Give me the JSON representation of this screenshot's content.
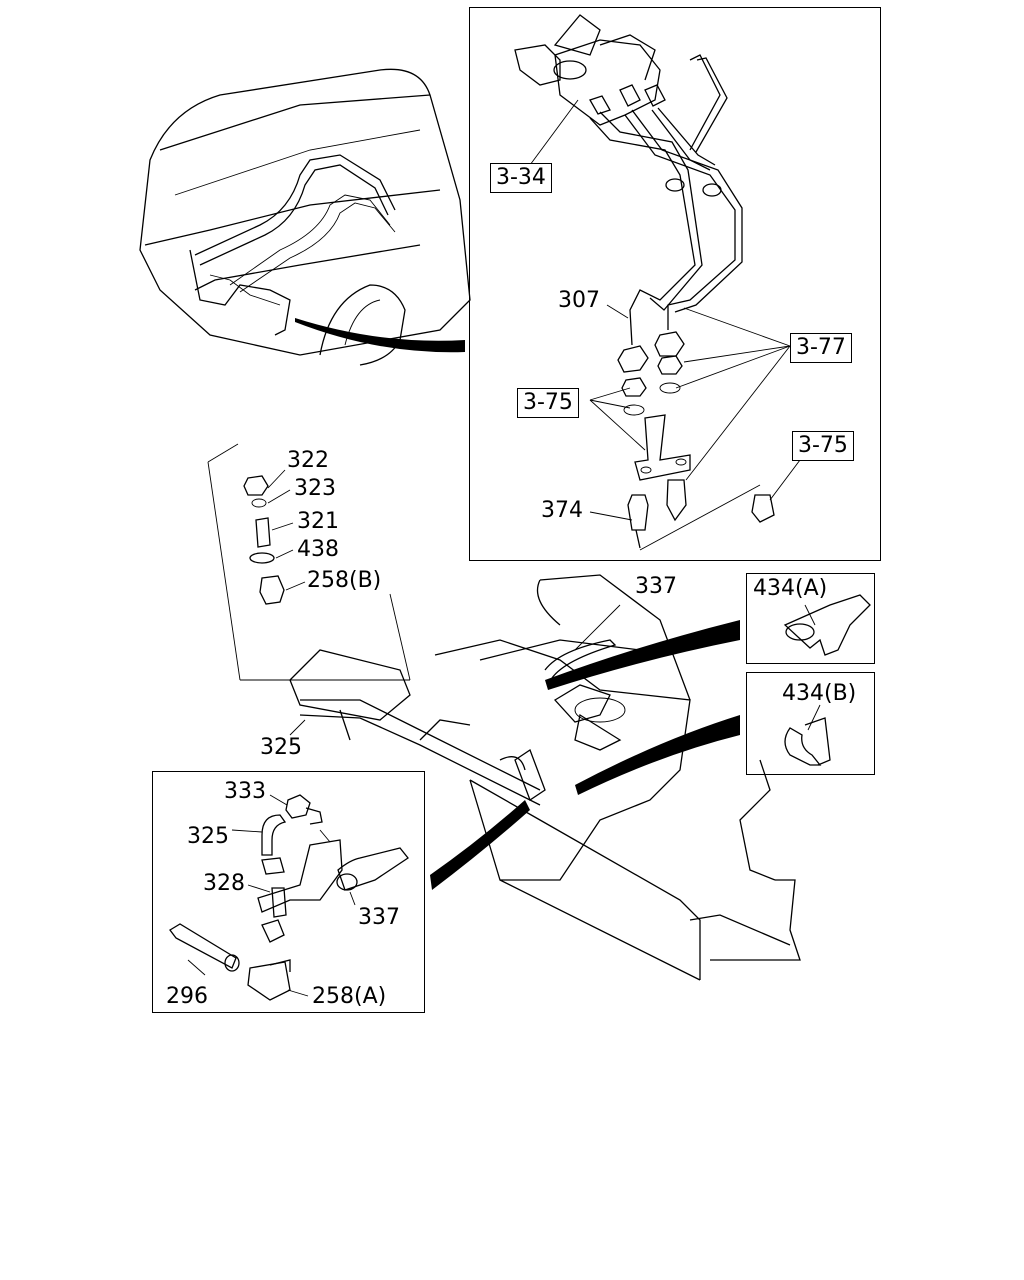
{
  "diagram": {
    "labels": {
      "main_pump_ref": "3-34",
      "pipe_307": "307",
      "ref_3_77": "3-77",
      "ref_3_75_top": "3-75",
      "ref_3_75_right": "3-75",
      "part_374": "374",
      "part_322": "322",
      "part_323": "323",
      "part_321": "321",
      "part_438": "438",
      "part_258b": "258(B)",
      "part_337_top": "337",
      "clip_434a": "434(A)",
      "clip_434b": "434(B)",
      "part_325_main": "325",
      "part_333": "333",
      "part_325_inset": "325",
      "part_328": "328",
      "part_337_inset": "337",
      "part_296": "296",
      "part_258a": "258(A)"
    }
  }
}
